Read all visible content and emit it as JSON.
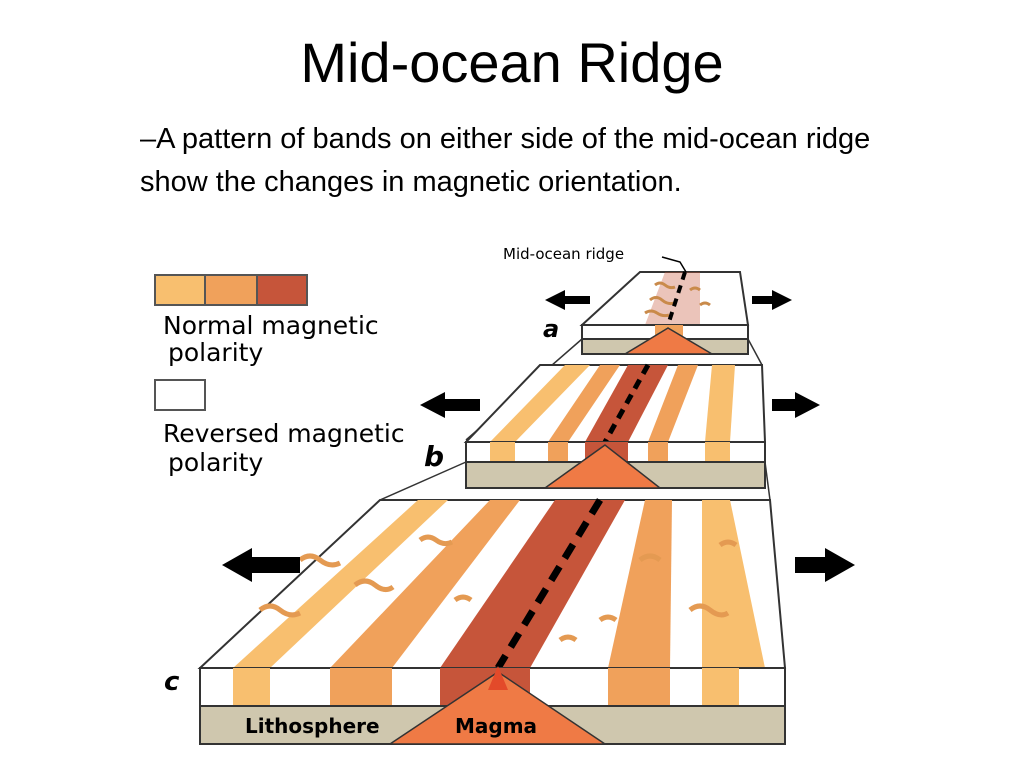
{
  "slide": {
    "title": "Mid-ocean Ridge",
    "bullet": "–A pattern of bands on either side of the mid-ocean ridge show the changes in magnetic orientation."
  },
  "diagram": {
    "ridge_label": "Mid-ocean ridge",
    "stage_labels": [
      "a",
      "b",
      "c"
    ],
    "lithosphere_label": "Lithosphere",
    "magma_label": "Magma",
    "legend": {
      "normal_label_line1": "Normal magnetic",
      "normal_label_line2": "polarity",
      "reversed_label_line1": "Reversed magnetic",
      "reversed_label_line2": "polarity"
    },
    "colors": {
      "normal_light": "#f8bf6f",
      "normal_mid": "#f0a15b",
      "normal_dark": "#c6553a",
      "reversed": "#ffffff",
      "magma": "#ef7a45",
      "lithosphere": "#cfc7ae",
      "outline": "#333333"
    }
  }
}
